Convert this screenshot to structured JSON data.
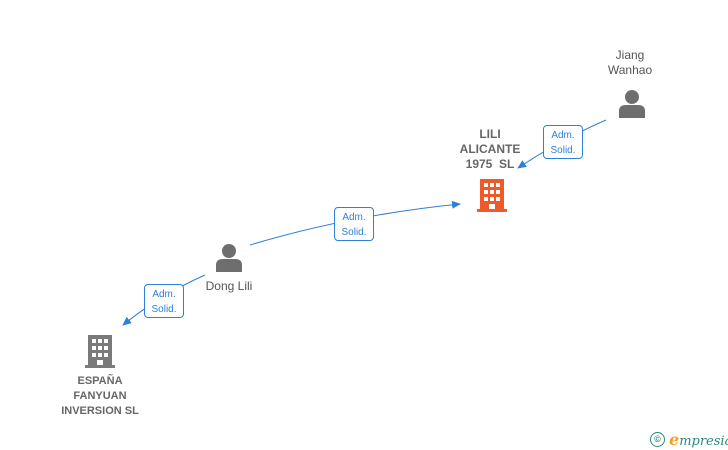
{
  "nodes": {
    "jiang": {
      "name_line1": "Jiang",
      "name_line2": "Wanhao",
      "kind": "person"
    },
    "lili_alicante": {
      "name_line1": "LILI",
      "name_line2": "ALICANTE",
      "name_line3": "1975  SL",
      "kind": "company",
      "highlight": true
    },
    "dong_lili": {
      "name": "Dong Lili",
      "kind": "person"
    },
    "espana": {
      "name_line1": "ESPAÑA",
      "name_line2": "FANYUAN",
      "name_line3": "INVERSION SL",
      "kind": "company"
    }
  },
  "edges": [
    {
      "from": "jiang",
      "to": "lili_alicante",
      "label_line1": "Adm.",
      "label_line2": "Solid."
    },
    {
      "from": "dong_lili",
      "to": "lili_alicante",
      "label_line1": "Adm.",
      "label_line2": "Solid."
    },
    {
      "from": "dong_lili",
      "to": "espana",
      "label_line1": "Adm.",
      "label_line2": "Solid."
    }
  ],
  "colors": {
    "edge": "#2e7fd8",
    "person_icon": "#6e6e6e",
    "company_icon": "#7a7a7a",
    "highlight_company_icon": "#f05a28",
    "brand": "#2a8a7a",
    "brand_accent": "#f4a21d"
  },
  "footer": {
    "copyright_symbol": "©",
    "brand_initial": "e",
    "brand_rest": "mpresia"
  }
}
